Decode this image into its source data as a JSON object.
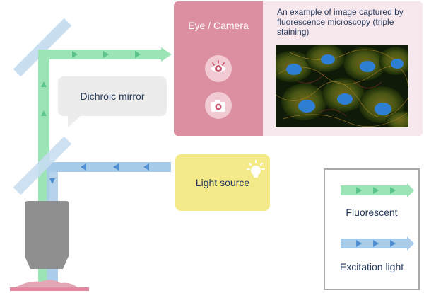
{
  "labels": {
    "eye_camera": "Eye / Camera",
    "caption": "An example of image captured by fluorescence microscopy (triple staining)",
    "dichroic_mirror": "Dichroic mirror",
    "light_source": "Light source"
  },
  "legend": {
    "fluorescent": "Fluorescent",
    "excitation": "Excitation light"
  },
  "icons": [
    "eye-icon",
    "camera-icon",
    "light-bulb-icon"
  ],
  "colors": {
    "fluorescent": "#9ce3b6",
    "excitation": "#a9cbea",
    "camera_panel": "#dc8fa0",
    "light_source_panel": "#f5ea8a"
  }
}
